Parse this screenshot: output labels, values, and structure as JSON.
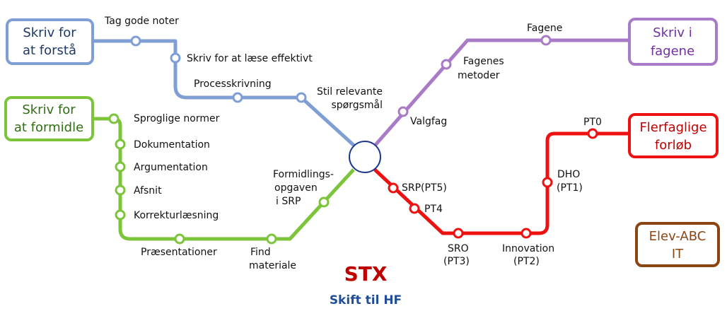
{
  "colors": {
    "blue": "#7f9fd4",
    "blue_text": "#1f3864",
    "green": "#7cc43a",
    "green_text": "#2f6e14",
    "purple": "#a97ac6",
    "purple_text": "#7030a0",
    "red": "#ee1111",
    "red_text": "#c00000",
    "brown": "#8b4513",
    "title_red": "#c00000",
    "subtitle_blue": "#1f4e96"
  },
  "boxes": {
    "blue": [
      "Skriv for",
      "at forstå"
    ],
    "green": [
      "Skriv for",
      "at formidle"
    ],
    "purple": [
      "Skriv i",
      "fagene"
    ],
    "red": [
      "Flerfaglige",
      "forløb"
    ],
    "brown": [
      "Elev-ABC",
      "IT"
    ]
  },
  "stations": {
    "tag_gode_noter": "Tag gode noter",
    "skriv_for_at_laese": "Skriv for at læse effektivt",
    "processkrivning": "Processkrivning",
    "stil_relevante": [
      "Stil relevante",
      "spørgsmål"
    ],
    "sproglige_normer": "Sproglige normer",
    "dokumentation": "Dokumentation",
    "argumentation": "Argumentation",
    "afsnit": "Afsnit",
    "korrekturlaesning": "Korrekturlæsning",
    "praesentationer": "Præsentationer",
    "find_materiale": [
      "Find",
      "materiale"
    ],
    "formidlingsopgaven": [
      "Formidlings-",
      "opgaven",
      "i SRP"
    ],
    "fagene": "Fagene",
    "fagenes_metoder": [
      "Fagenes",
      "metoder"
    ],
    "valgfag": "Valgfag",
    "pt0": "PT0",
    "dho": [
      "DHO",
      "(PT1)"
    ],
    "innovation": [
      "Innovation",
      "(PT2)"
    ],
    "sro": [
      "SRO",
      "(PT3)"
    ],
    "pt4": "PT4",
    "srp": "SRP(PT5)"
  },
  "title": "STX",
  "subtitle": "Skift til HF"
}
